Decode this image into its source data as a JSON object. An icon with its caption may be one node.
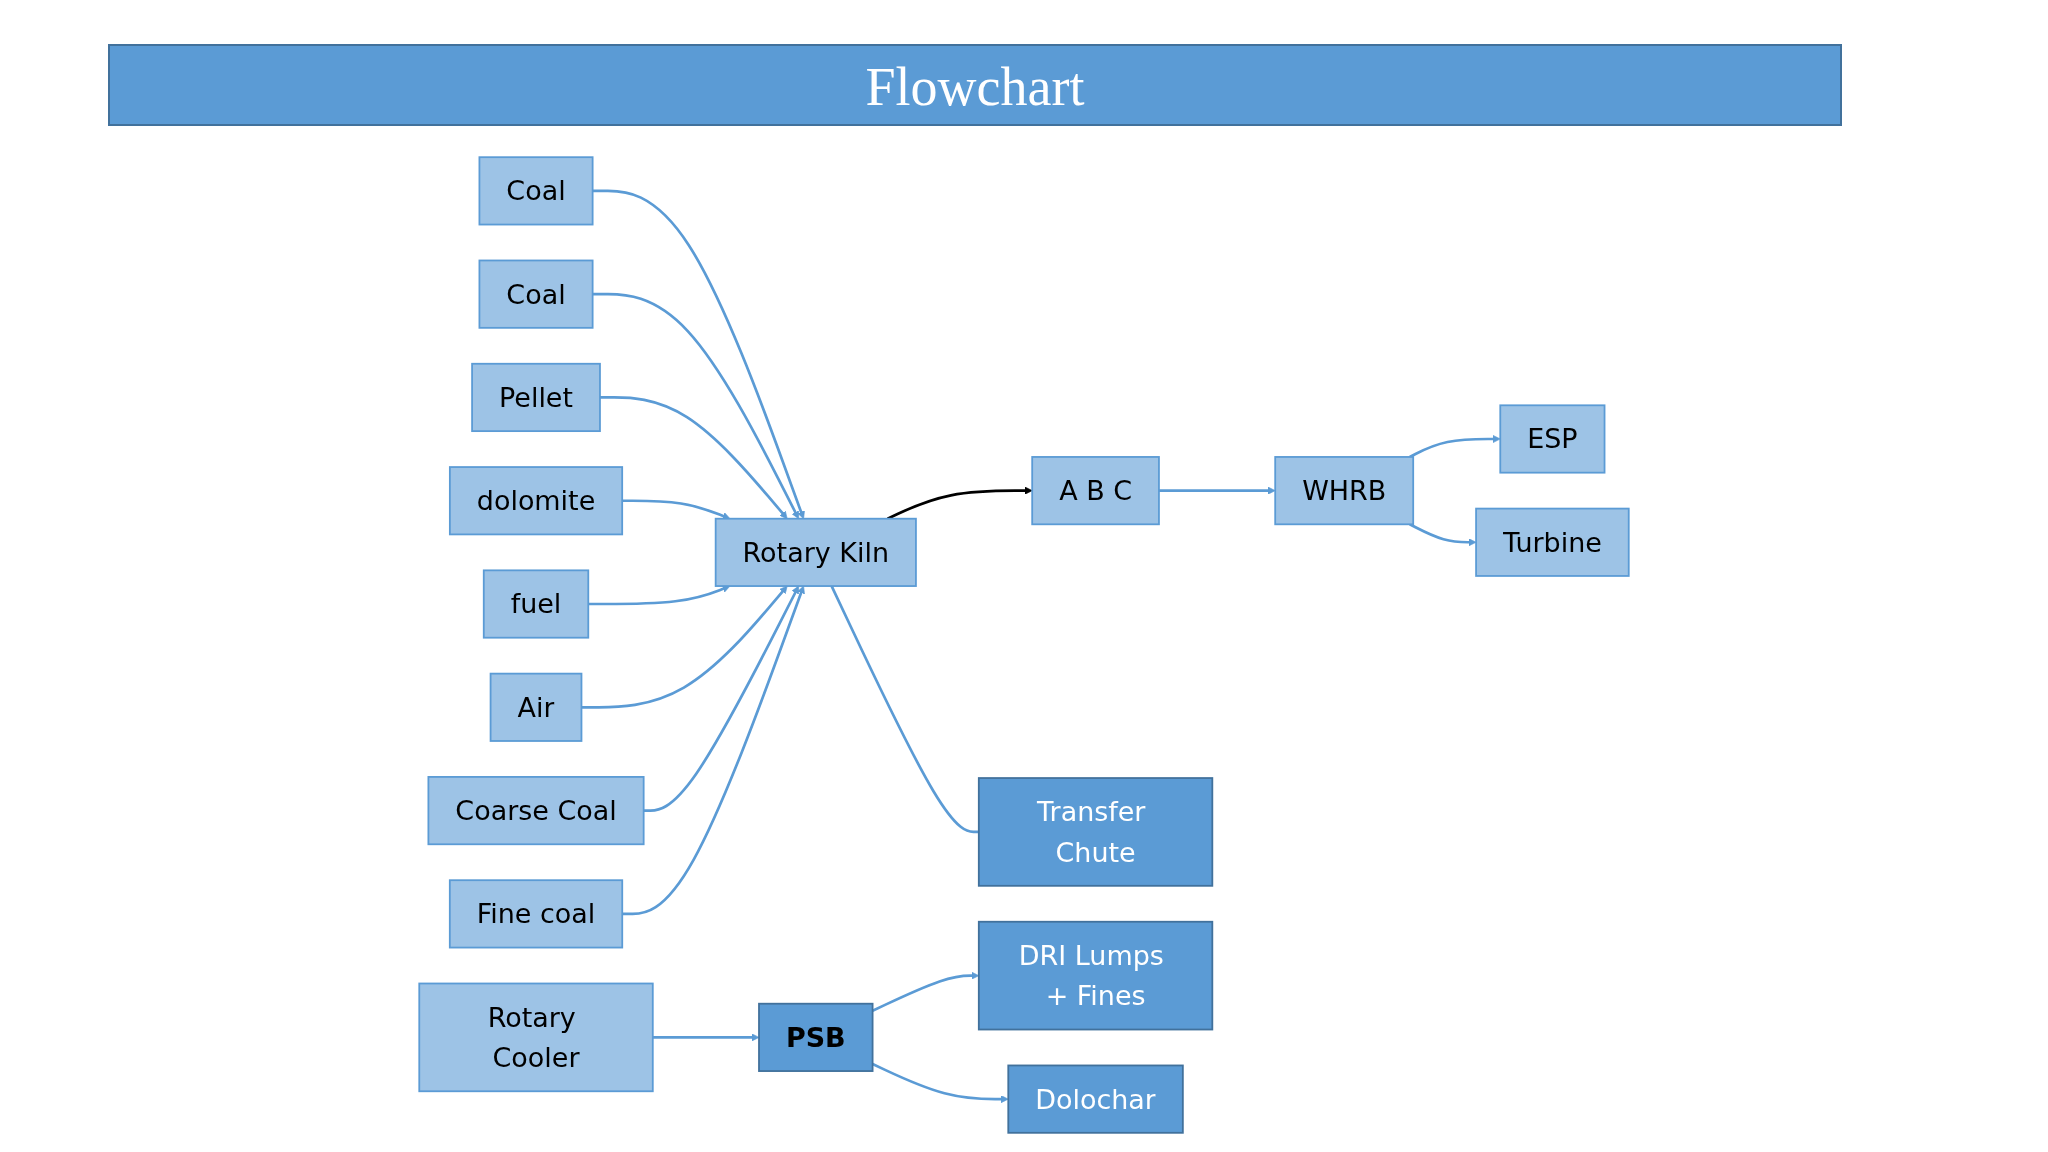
{
  "diagram": {
    "title": "Flowchart",
    "nodes": [
      {
        "text": [
          "Coal"
        ]
      },
      {
        "text": [
          "Coal"
        ]
      },
      {
        "text": [
          "Pellet"
        ]
      },
      {
        "text": [
          "dolomite"
        ]
      },
      {
        "text": [
          "WHRB"
        ]
      },
      {
        "text": [
          "A B C"
        ]
      },
      {
        "text": [
          "ESP"
        ]
      },
      {
        "text": [
          "Turbine"
        ]
      },
      {
        "text": [
          "fuel"
        ]
      },
      {
        "text": [
          "Air"
        ]
      },
      {
        "text": [
          "Rotary Kiln"
        ]
      },
      {
        "text": [
          "Coarse Coal"
        ]
      },
      {
        "text": [
          "Fine coal"
        ]
      },
      {
        "text": [
          "Transfer Chute"
        ]
      },
      {
        "text": [
          "Rotary Cooler"
        ]
      },
      {
        "text": [
          "PSB"
        ]
      },
      {
        "text": [
          "DRI Lumps + Fines"
        ]
      },
      {
        "text": [
          "Dolochar"
        ]
      }
    ],
    "edges": [
      {
        "from": 0,
        "to": 10,
        "arrow": "to"
      },
      {
        "from": 1,
        "to": 10,
        "arrow": "to"
      },
      {
        "from": 2,
        "to": 10,
        "arrow": "to"
      },
      {
        "from": 3,
        "to": 10,
        "arrow": "to"
      },
      {
        "from": 8,
        "to": 10,
        "arrow": "to"
      },
      {
        "from": 9,
        "to": 10,
        "arrow": "to"
      },
      {
        "from": 10,
        "to": 5,
        "arrow": "to",
        "color": "#000000"
      },
      {
        "from": 5,
        "to": 4,
        "arrow": "to"
      },
      {
        "from": 4,
        "to": 6,
        "arrow": "to"
      },
      {
        "from": 4,
        "to": 7,
        "arrow": "to"
      },
      {
        "from": 11,
        "to": 10,
        "arrow": "to"
      },
      {
        "from": 12,
        "to": 10,
        "arrow": "to"
      },
      {
        "from": 10,
        "to": 13,
        "arrow": "none"
      },
      {
        "from": 14,
        "to": 15,
        "arrow": "to"
      },
      {
        "from": 15,
        "to": 16,
        "arrow": "to"
      },
      {
        "from": 15,
        "to": 17,
        "arrow": "to"
      }
    ]
  }
}
